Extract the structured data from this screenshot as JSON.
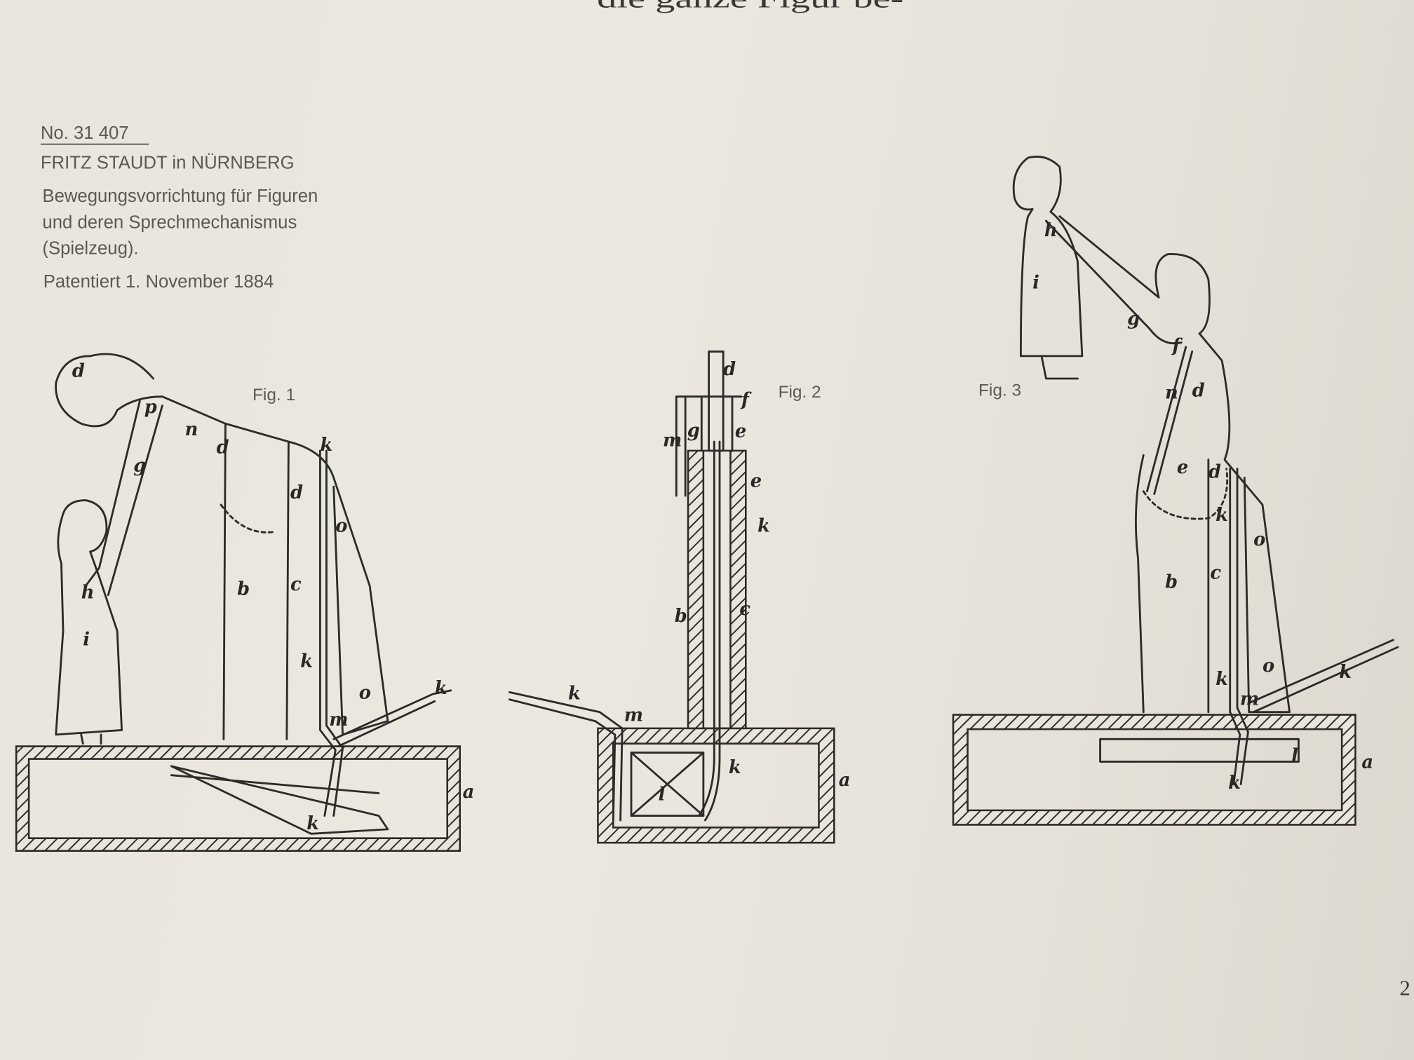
{
  "running_text_fragment": "die ganze Figur be-",
  "patent": {
    "number": "No. 31 407",
    "inventor": "FRITZ STAUDT in NÜRNBERG",
    "title_lines": [
      "Bewegungsvorrichtung für Figuren",
      "und deren Sprechmechanismus",
      "(Spielzeug)."
    ],
    "date": "Patentiert 1. November 1884"
  },
  "figures": [
    {
      "label": "Fig. 1",
      "letters": [
        "d",
        "p",
        "n",
        "d",
        "k",
        "g",
        "d",
        "o",
        "b",
        "c",
        "h",
        "i",
        "k",
        "o",
        "m",
        "k",
        "a",
        "k"
      ]
    },
    {
      "label": "Fig. 2",
      "letters": [
        "d",
        "f",
        "m",
        "g",
        "e",
        "e",
        "k",
        "b",
        "c",
        "k",
        "m",
        "l",
        "k",
        "a"
      ]
    },
    {
      "label": "Fig. 3",
      "letters": [
        "i",
        "h",
        "g",
        "f",
        "n",
        "d",
        "e",
        "d",
        "k",
        "o",
        "b",
        "c",
        "k",
        "o",
        "k",
        "m",
        "l",
        "k",
        "a"
      ]
    }
  ],
  "page_number": "2"
}
